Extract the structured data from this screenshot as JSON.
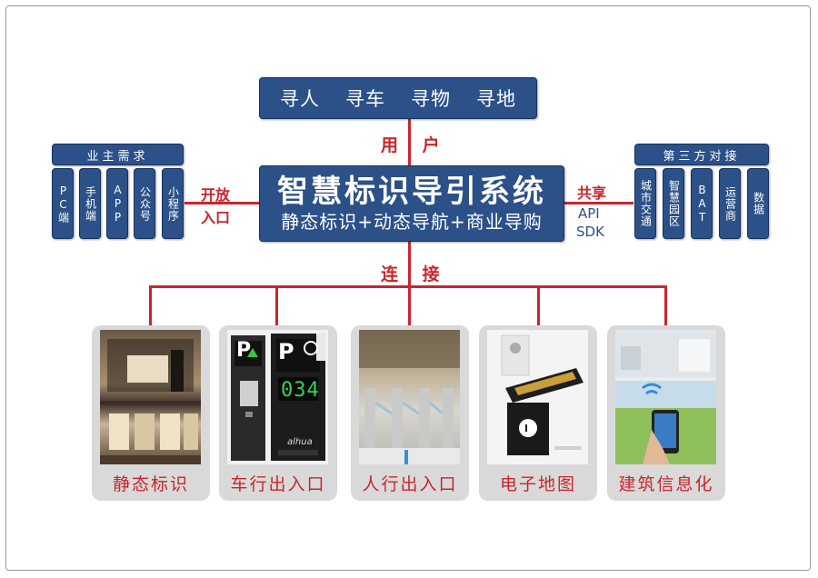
{
  "top": {
    "items": [
      "寻人",
      "寻车",
      "寻物",
      "寻地"
    ]
  },
  "labels": {
    "user": "用 户",
    "open_1": "开放",
    "open_2": "入口",
    "share": "共享",
    "api": "API",
    "sdk": "SDK",
    "connect": "连 接"
  },
  "center": {
    "title": "智慧标识导引系统",
    "subtitle": "静态标识+动态导航+商业导购"
  },
  "left_group": {
    "header": "业主需求",
    "items": [
      "PC端",
      "手机端",
      "APP",
      "公众号",
      "小程序"
    ]
  },
  "right_group": {
    "header": "第三方对接",
    "items": [
      "城市交通",
      "智慧园区",
      "BAT",
      "运营商",
      "数据"
    ]
  },
  "cards": [
    {
      "label": "静态标识"
    },
    {
      "label": "车行出入口",
      "sign_p": "P",
      "sign_count": "034",
      "brand": "alhua"
    },
    {
      "label": "人行出入口"
    },
    {
      "label": "电子地图"
    },
    {
      "label": "建筑信息化"
    }
  ],
  "colors": {
    "navy": "#2c5188",
    "accent_red": "#c8262c",
    "card_gray": "#d9d9d9"
  }
}
